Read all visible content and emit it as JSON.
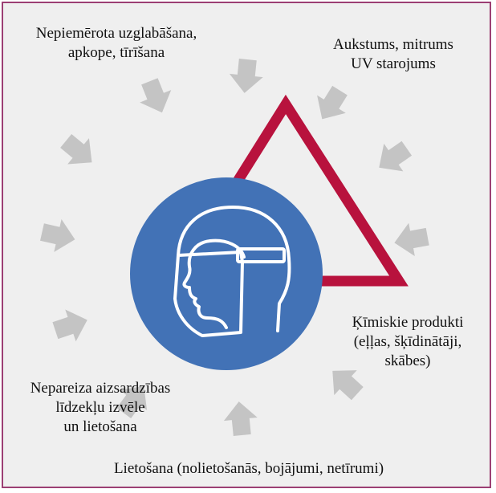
{
  "colors": {
    "border": "#9c3f73",
    "background": "#efefef",
    "triangle": "#b8123d",
    "sign_blue": "#4272b6",
    "arrow": "#c4c4c4"
  },
  "icon": "face-shield-icon",
  "labels": {
    "storage": [
      "Nepiemērota uzglabāšana,",
      "apkope, tīrīšana"
    ],
    "climate": [
      "Aukstums, mitrums",
      "UV starojums"
    ],
    "chemicals": [
      "Ķīmiskie produkti",
      "(eļļas, šķīdinātāji,",
      "skābes)"
    ],
    "selection": [
      "Nepareiza aizsardzības",
      "līdzekļu izvēle",
      "un lietošana"
    ],
    "usage": "Lietošana (nolietošanās, bojājumi, netīrumi)"
  }
}
